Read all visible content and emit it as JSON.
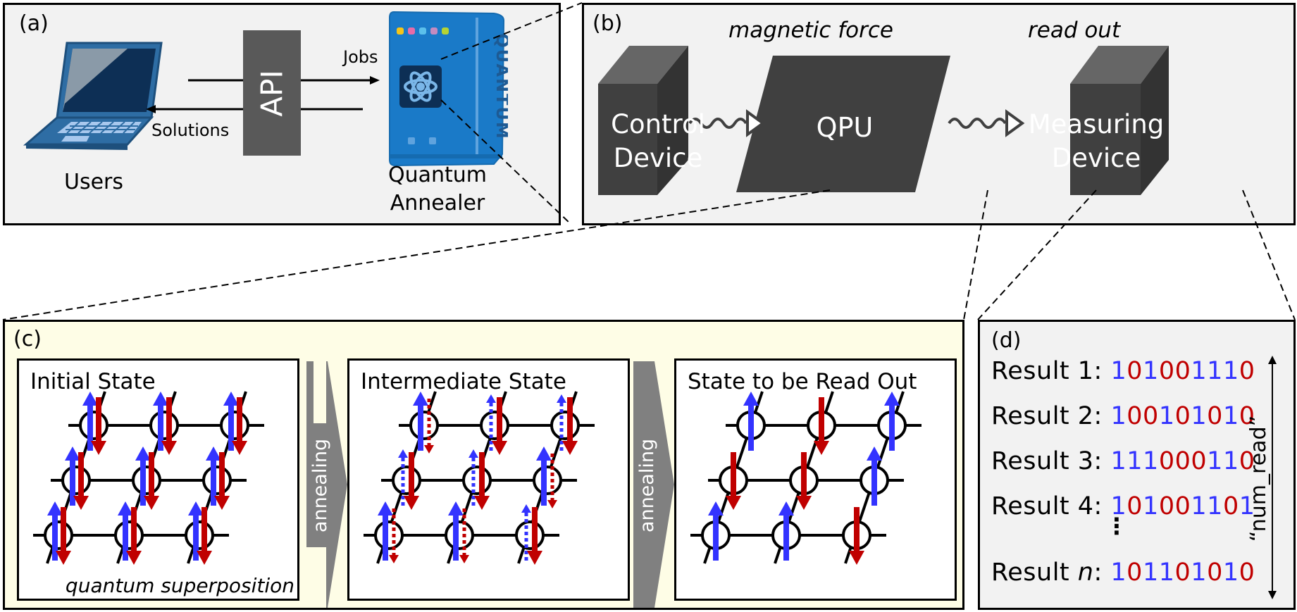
{
  "colors": {
    "panel_bg_gray": "#f2f2f2",
    "panel_bg_yellow": "#fefde6",
    "device_dark": "#404040",
    "api_box": "#595959",
    "spin_up_blue": "#3333ff",
    "spin_down_red": "#c00000",
    "annealing_arrow": "#808080",
    "annealer_blue": "#1a7ac8"
  },
  "panel_a": {
    "label": "(a)",
    "users_label": "Users",
    "api_label": "API",
    "jobs_label": "Jobs",
    "solutions_label": "Solutions",
    "annealer_label_line1": "Quantum",
    "annealer_label_line2": "Annealer",
    "annealer_side_text": "QUANTUM",
    "annealer_led_colors": [
      "#f5c518",
      "#e86ba8",
      "#5bc0eb",
      "#c48bc0",
      "#b5d334"
    ],
    "icons": [
      "laptop-icon",
      "quantum-computer-icon",
      "atom-icon"
    ]
  },
  "panel_b": {
    "label": "(b)",
    "magnetic_force_label": "magnetic force",
    "read_out_label": "read out",
    "control_device_line1": "Control",
    "control_device_line2": "Device",
    "qpu_label": "QPU",
    "measuring_device_line1": "Measuring",
    "measuring_device_line2": "Device"
  },
  "panel_c": {
    "label": "(c)",
    "annealing_label": "annealing",
    "superposition_label": "quantum superposition",
    "states": [
      {
        "title": "Initial State",
        "spins": [
          [
            "both",
            "both",
            "both"
          ],
          [
            "both",
            "both",
            "both"
          ],
          [
            "both",
            "both",
            "both"
          ]
        ]
      },
      {
        "title": "Intermediate State",
        "spins": [
          [
            "up-weak-down",
            "down-weak-up",
            "down-weak-up"
          ],
          [
            "down-weak-up",
            "down-weak-up",
            "up-weak-down"
          ],
          [
            "up-weak-down",
            "up-weak-down",
            "down-weak-up"
          ]
        ]
      },
      {
        "title": "State to be Read Out",
        "spins": [
          [
            "up",
            "down",
            "up"
          ],
          [
            "down",
            "down",
            "up"
          ],
          [
            "up",
            "up",
            "down"
          ]
        ]
      }
    ]
  },
  "panel_d": {
    "label": "(d)",
    "results": [
      {
        "label": "Result 1: ",
        "bits": "101001110"
      },
      {
        "label": "Result 2: ",
        "bits": "100101010"
      },
      {
        "label": "Result 3: ",
        "bits": "111000110"
      },
      {
        "label": "Result 4: ",
        "bits": "101001101"
      },
      {
        "label": "Result ",
        "label_italic": "n",
        "label_suffix": ": ",
        "bits": "101101010"
      }
    ],
    "ellipsis": "⋮",
    "num_read_label": "“num_read”"
  }
}
